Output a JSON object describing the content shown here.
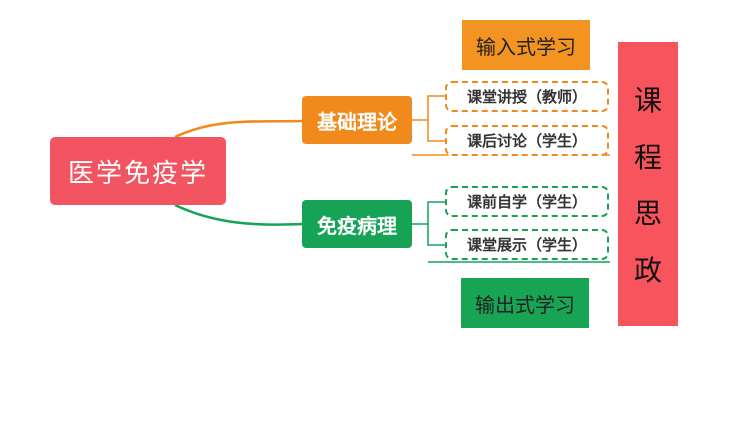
{
  "colors": {
    "root": "#f25461",
    "orange": "#f08a1c",
    "green": "#16a356",
    "mode_orange": "#f39321",
    "mode_green": "#17a454",
    "vertical": "#f8545e"
  },
  "diagram": {
    "root": "医学免疫学",
    "branches": [
      {
        "label": "基础理论",
        "leaves": [
          "课堂讲授（教师）",
          "课后讨论（学生）"
        ]
      },
      {
        "label": "免疫病理",
        "leaves": [
          "课前自学（学生）",
          "课堂展示（学生）"
        ]
      }
    ],
    "input_mode": "输入式学习",
    "output_mode": "输出式学习",
    "vertical_chars": [
      "课",
      "程",
      "思",
      "政"
    ]
  }
}
